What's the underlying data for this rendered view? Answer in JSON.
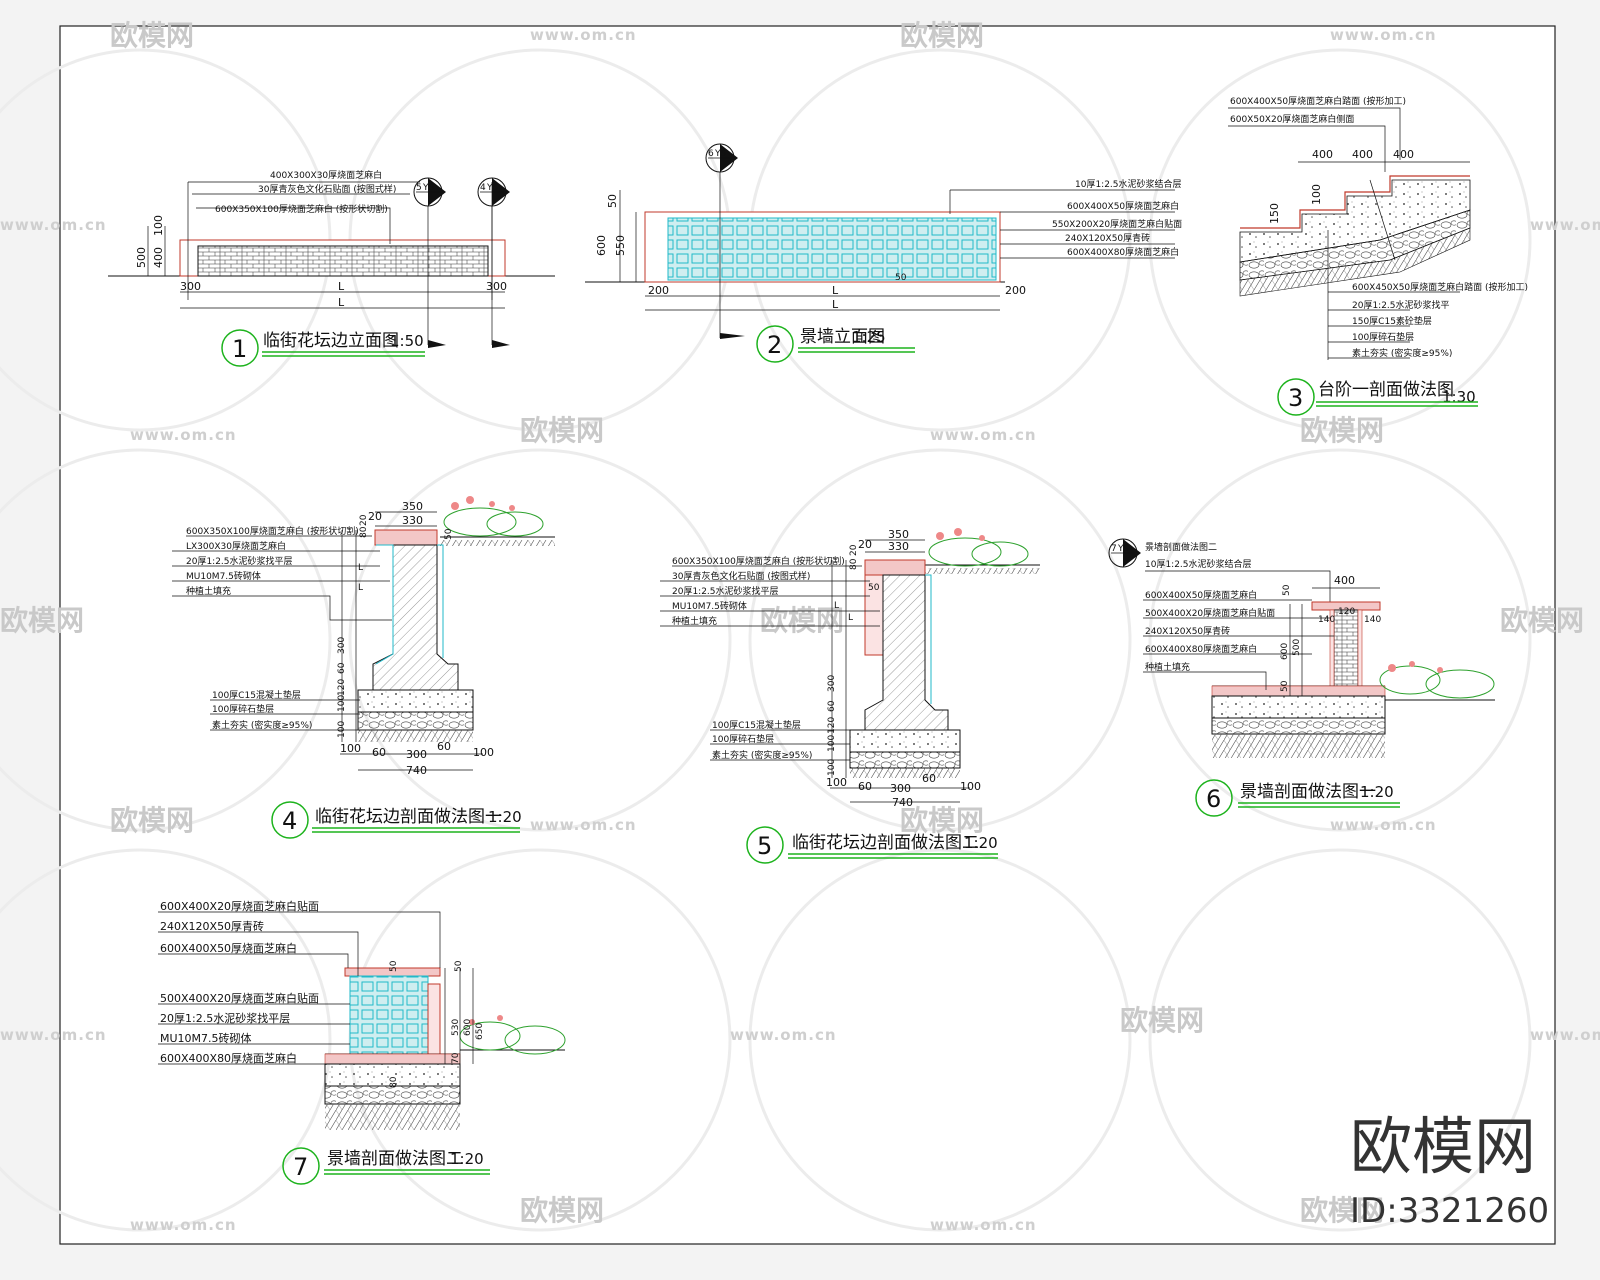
{
  "watermark": {
    "brand": "欧模网",
    "url": "www.om.cn"
  },
  "brand_block": {
    "name": "欧模网",
    "id_text": "ID:3321260"
  },
  "details": {
    "d1": {
      "number": "1",
      "title": "临街花坛边立面图",
      "scale": "1:50",
      "notes": [
        "400X300X30厚烧面芝麻白",
        "30厚青灰色文化石贴面 (按图式样)",
        "600X350X100厚烧面芝麻白 (按形状切割)"
      ],
      "dims": {
        "h100": "100",
        "h500": "500",
        "h400": "400",
        "w300a": "300",
        "w300b": "300",
        "L1": "L",
        "L2": "L"
      },
      "tags": [
        {
          "num": "5",
          "code": "YS"
        },
        {
          "num": "4",
          "code": "YS"
        }
      ]
    },
    "d2": {
      "number": "2",
      "title": "景墙立面图",
      "scale": "1:25",
      "notes": [
        "10厚1:2.5水泥砂浆结合层",
        "600X400X50厚烧面芝麻白",
        "550X200X20厚烧面芝麻白贴面",
        "240X120X50厚青砖",
        "600X400X80厚烧面芝麻白"
      ],
      "dims": {
        "h50": "50",
        "h600": "600",
        "h550": "550",
        "w200a": "200",
        "w200b": "200",
        "L1": "L",
        "L2": "L",
        "d50": "50"
      },
      "tag": {
        "num": "6",
        "code": "YS"
      }
    },
    "d3": {
      "number": "3",
      "title": "台阶一剖面做法图",
      "scale": "1:30",
      "top_notes": [
        "600X400X50厚烧面芝麻白踏面 (按形加工)",
        "600X50X20厚烧面芝麻白侧面"
      ],
      "dims": {
        "w1": "400",
        "w2": "400",
        "w3": "400",
        "h1": "100",
        "h2": "150"
      },
      "notes": [
        "600X450X50厚烧面芝麻白踏面 (按形加工)",
        "20厚1:2.5水泥砂浆找平",
        "150厚C15素砼垫层",
        "100厚碎石垫层",
        "素土夯实 (密实度≥95%)"
      ]
    },
    "d4": {
      "number": "4",
      "title": "临街花坛边剖面做法图一",
      "scale": "1:20",
      "notes": [
        "600X350X100厚烧面芝麻白 (按形状切割)",
        "LX300X30厚烧面芝麻白",
        "20厚1:2.5水泥砂浆找平层",
        "MU10M7.5砖砌体",
        "种植土填充",
        "100厚C15混凝土垫层",
        "100厚碎石垫层",
        "素土夯实 (密实度≥95%)"
      ],
      "dims": {
        "w350": "350",
        "w20": "20",
        "w330": "330",
        "h80": "80",
        "h20": "20",
        "h50": "50",
        "L1": "L",
        "L2": "L",
        "h300": "300",
        "h60": "60",
        "h120": "120",
        "h100a": "100",
        "h100b": "100",
        "b100a": "100",
        "b60a": "60",
        "b300": "300",
        "b60b": "60",
        "b100b": "100",
        "b740": "740"
      }
    },
    "d5": {
      "number": "5",
      "title": "临街花坛边剖面做法图二",
      "scale": "1:20",
      "notes": [
        "600X350X100厚烧面芝麻白 (按形状切割)",
        "30厚青灰色文化石贴面 (按图式样)",
        "20厚1:2.5水泥砂浆找平层",
        "MU10M7.5砖砌体",
        "种植土填充",
        "100厚C15混凝土垫层",
        "100厚碎石垫层",
        "素土夯实 (密实度≥95%)"
      ],
      "dims": {
        "w350": "350",
        "w20": "20",
        "w330": "330",
        "h80": "80",
        "h20": "20",
        "h50": "50",
        "L1": "L",
        "L2": "L",
        "h300": "300",
        "h60": "60",
        "h120": "120",
        "h100a": "100",
        "h100b": "100",
        "b100a": "100",
        "b60a": "60",
        "b300": "300",
        "b60b": "60",
        "b100b": "100",
        "b740": "740"
      }
    },
    "d6": {
      "number": "6",
      "title": "景墙剖面做法图一",
      "scale": "1:20",
      "tag": {
        "num": "7",
        "code": "YS"
      },
      "notes": [
        "景墙剖面做法图二",
        "10厚1:2.5水泥砂浆结合层",
        "600X400X50厚烧面芝麻白",
        "500X400X20厚烧面芝麻白贴面",
        "240X120X50厚青砖",
        "600X400X80厚烧面芝麻白",
        "种植土填充"
      ],
      "dims": {
        "w400": "400",
        "h50a": "50",
        "w140a": "140",
        "w120": "120",
        "w140b": "140",
        "h600": "600",
        "h500": "500",
        "h50b": "50"
      }
    },
    "d7": {
      "number": "7",
      "title": "景墙剖面做法图二",
      "scale": "1:20",
      "notes": [
        "600X400X20厚烧面芝麻白贴面",
        "240X120X50厚青砖",
        "600X400X50厚烧面芝麻白",
        "500X400X20厚烧面芝麻白贴面",
        "20厚1:2.5水泥砂浆找平层",
        "MU10M7.5砖砌体",
        "600X400X80厚烧面芝麻白"
      ],
      "dims": {
        "h50a": "50",
        "h50b": "50",
        "h530": "530",
        "h600": "600",
        "h650": "650",
        "h70": "70",
        "h80": "80"
      }
    }
  }
}
